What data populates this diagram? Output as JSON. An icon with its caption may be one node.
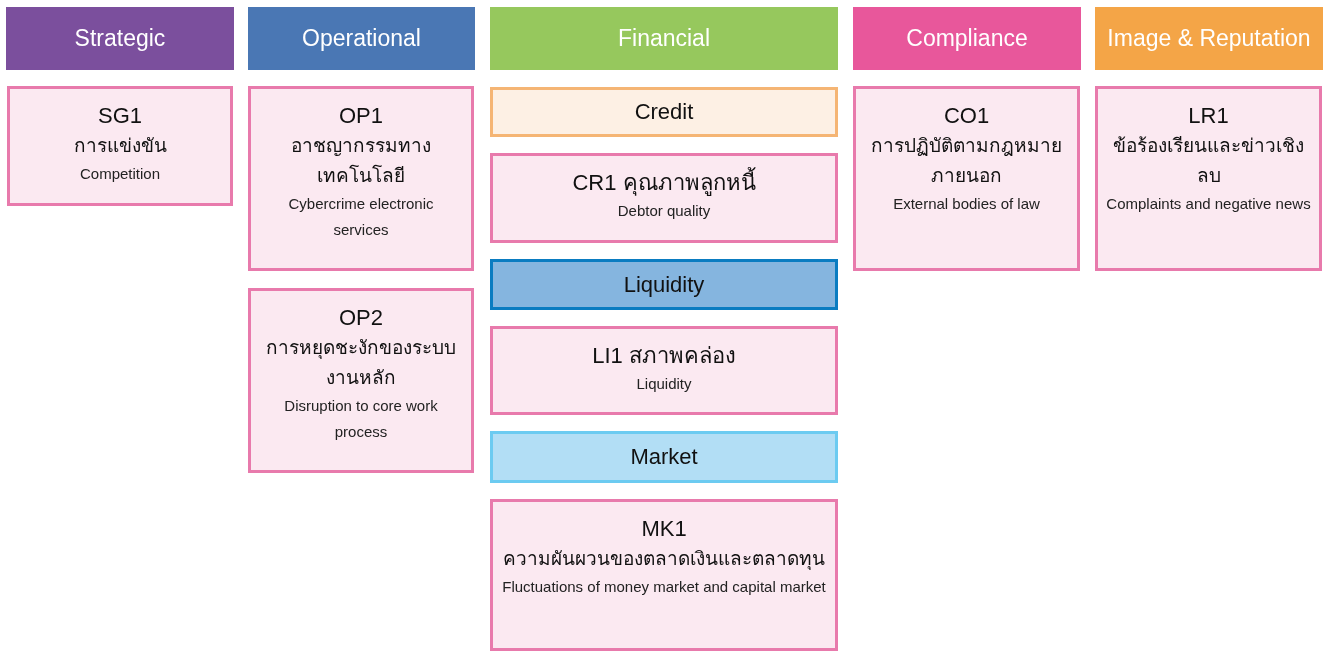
{
  "diagram": {
    "nodes": [
      {
        "text": [
          "Strategic"
        ]
      },
      {
        "text": [
          "SG1",
          "การแข่งขัน",
          "Competition"
        ]
      },
      {
        "text": [
          "Operational"
        ]
      },
      {
        "text": [
          "OP1",
          "อาชญากรรมทางเทคโนโลยี",
          "Cybercrime electronic services"
        ]
      },
      {
        "text": [
          "OP2",
          "การหยุดชะงักของระบบงานหลัก",
          "Disruption to core work process"
        ]
      },
      {
        "text": [
          "Financial"
        ]
      },
      {
        "text": [
          "Credit"
        ]
      },
      {
        "text": [
          "CR1 คุณภาพลูกหนี้",
          "Debtor quality"
        ]
      },
      {
        "text": [
          "Liquidity"
        ]
      },
      {
        "text": [
          "LI1 สภาพคล่อง",
          "Liquidity"
        ]
      },
      {
        "text": [
          "Market"
        ]
      },
      {
        "text": [
          "MK1",
          "ความผันผวนของตลาดเงินและตลาดทุน",
          "Fluctuations of money market and capital market"
        ]
      },
      {
        "text": [
          "Compliance"
        ]
      },
      {
        "text": [
          "CO1",
          "การปฏิบัติตามกฎหมายภายนอก",
          "External bodies of law"
        ]
      },
      {
        "text": [
          "Image & Reputation"
        ]
      },
      {
        "text": [
          "LR1",
          "ข้อร้องเรียนและข่าวเชิงลบ",
          "Complaints and negative news"
        ]
      }
    ]
  }
}
